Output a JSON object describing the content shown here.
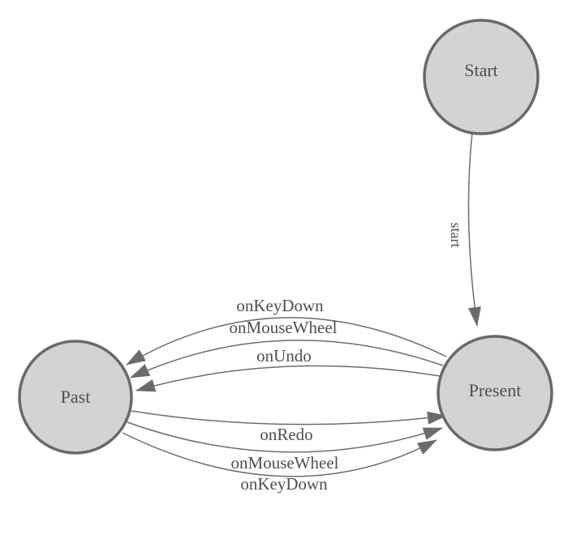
{
  "diagram": {
    "type": "state-machine",
    "background_color": "#ffffff",
    "node_fill_color": "#d3d3d3",
    "node_border_color": "#696969",
    "edge_color": "#6b6b6b",
    "label_color": "#4f4f4f",
    "nodes": [
      {
        "id": "start",
        "label": "Start"
      },
      {
        "id": "present",
        "label": "Present"
      },
      {
        "id": "past",
        "label": "Past"
      }
    ],
    "edges": [
      {
        "from": "start",
        "to": "present",
        "label": "start"
      },
      {
        "from": "present",
        "to": "past",
        "label": "onKeyDown"
      },
      {
        "from": "present",
        "to": "past",
        "label": "onMouseWheel"
      },
      {
        "from": "present",
        "to": "past",
        "label": "onUndo"
      },
      {
        "from": "past",
        "to": "present",
        "label": "onRedo"
      },
      {
        "from": "past",
        "to": "present",
        "label": "onMouseWheel"
      },
      {
        "from": "past",
        "to": "present",
        "label": "onKeyDown"
      }
    ]
  }
}
